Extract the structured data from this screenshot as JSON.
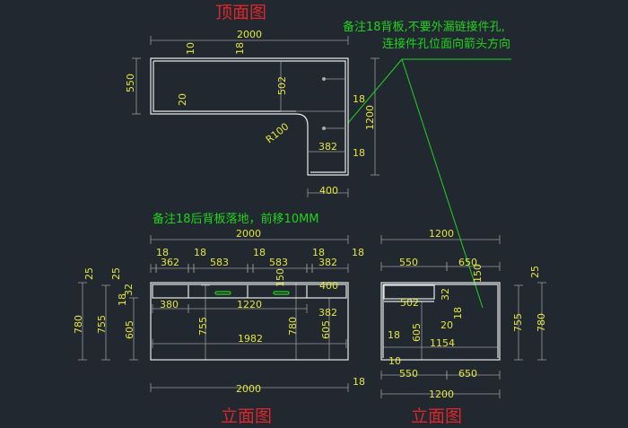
{
  "titles": {
    "top_view": "顶面图",
    "front_elevation": "立面图",
    "side_elevation": "立面图"
  },
  "notes": {
    "note1_line1": "备注18背板,不要外漏链接件孔,",
    "note1_line2": "连接件孔位面向箭头方向",
    "note2": "备注18后背板落地，前移10MM"
  },
  "colors": {
    "background": "#212830",
    "dimension_text": "#e6e63c",
    "note": "#22d21e",
    "title": "#e0262a",
    "outline": "#e8e8e8",
    "handle": "#22d21e"
  },
  "top_view_dims": {
    "width": "2000",
    "depth": "550",
    "total_depth": "1200",
    "leg_width": "400",
    "d10": "10",
    "d18a": "18",
    "d502": "502",
    "d20": "20",
    "radius": "R100",
    "d18b": "18",
    "d382": "382",
    "d18c": "18"
  },
  "front_dims": {
    "width_top": "2000",
    "width_bottom": "2000",
    "chain": [
      "18",
      "362",
      "18",
      "583",
      "18",
      "583",
      "18",
      "382",
      "18"
    ],
    "h780": "780",
    "h755": "755",
    "h605": "605",
    "t25a": "25",
    "t25b": "25",
    "t18": "18",
    "t32": "32",
    "d380": "380",
    "d1220": "1220",
    "i755": "755",
    "i780": "780",
    "i605": "605",
    "d1982": "1982",
    "d400": "400",
    "d382": "382",
    "d150": "150",
    "d18b": "18"
  },
  "side_dims": {
    "width_top": "1200",
    "width_bottom": "1200",
    "top550": "550",
    "top650": "650",
    "bot550": "550",
    "bot650": "650",
    "h755": "755",
    "h780": "780",
    "t25": "25",
    "d502": "502",
    "d605": "605",
    "d1154": "1154",
    "d20": "20",
    "d18a": "18",
    "d32": "32",
    "d150": "150",
    "d18b": "18",
    "d10": "10"
  }
}
